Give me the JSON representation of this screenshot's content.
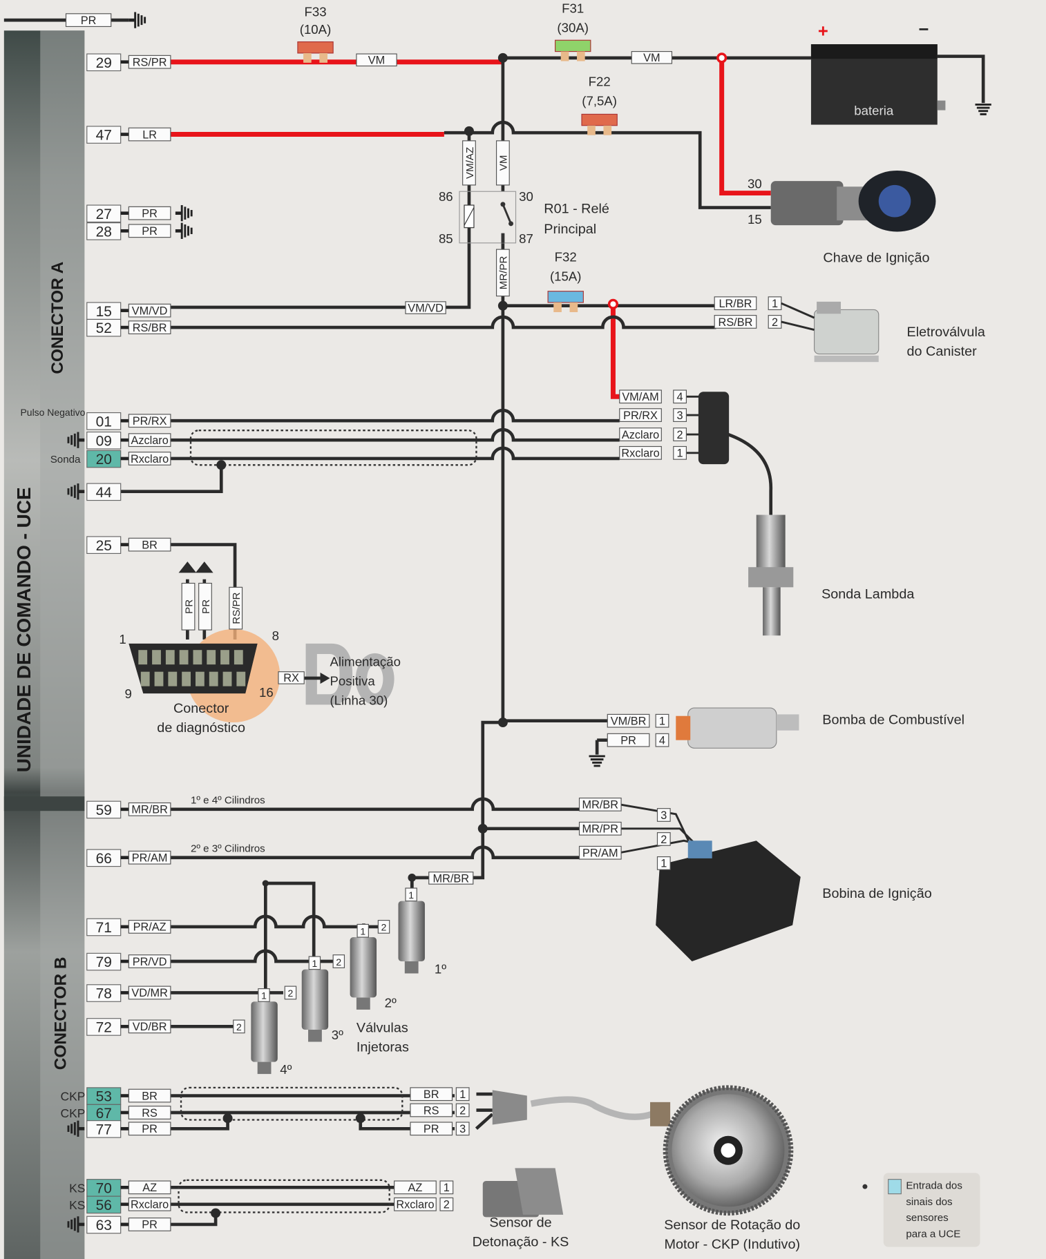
{
  "colors": {
    "wire": "#2b2b2b",
    "power": "#e8141a",
    "sensor_input": "#5fb8a8",
    "fuse_red": "#e06a4c",
    "fuse_green": "#8fd36a",
    "fuse_blue": "#6ab8e0"
  },
  "top_ground": {
    "wire": "PR"
  },
  "uce": {
    "title": "UNIDADE DE COMANDO - UCE",
    "connector_a": "CONECTOR A",
    "connector_b": "CONECTOR B"
  },
  "pins": [
    {
      "pin": "29",
      "wire": "RS/PR"
    },
    {
      "pin": "47",
      "wire": "LR"
    },
    {
      "pin": "27",
      "wire": "PR"
    },
    {
      "pin": "28",
      "wire": "PR"
    },
    {
      "pin": "15",
      "wire": "VM/VD"
    },
    {
      "pin": "52",
      "wire": "RS/BR"
    },
    {
      "pin": "01",
      "wire": "PR/RX"
    },
    {
      "pin": "09",
      "wire": "Azclaro"
    },
    {
      "pin": "20",
      "wire": "Rxclaro",
      "sensor_input": true
    },
    {
      "pin": "44",
      "wire": ""
    },
    {
      "pin": "25",
      "wire": "BR"
    },
    {
      "pin": "59",
      "wire": "MR/BR"
    },
    {
      "pin": "66",
      "wire": "PR/AM"
    },
    {
      "pin": "71",
      "wire": "PR/AZ"
    },
    {
      "pin": "79",
      "wire": "PR/VD"
    },
    {
      "pin": "78",
      "wire": "VD/MR"
    },
    {
      "pin": "72",
      "wire": "VD/BR"
    },
    {
      "pin": "53",
      "wire": "BR",
      "sensor_input": true
    },
    {
      "pin": "67",
      "wire": "RS",
      "sensor_input": true
    },
    {
      "pin": "77",
      "wire": "PR"
    },
    {
      "pin": "70",
      "wire": "AZ",
      "sensor_input": true
    },
    {
      "pin": "56",
      "wire": "Rxclaro",
      "sensor_input": true
    },
    {
      "pin": "63",
      "wire": "PR"
    }
  ],
  "side_labels": {
    "pulse": "Pulso Negativo",
    "probe": "Sonda",
    "ckp1": "CKP",
    "ckp2": "CKP",
    "ks1": "KS",
    "ks2": "KS"
  },
  "fuses": {
    "f33": {
      "name": "F33",
      "rating": "(10A)"
    },
    "f31": {
      "name": "F31",
      "rating": "(30A)"
    },
    "f22": {
      "name": "F22",
      "rating": "(7,5A)"
    },
    "f32": {
      "name": "F32",
      "rating": "(15A)"
    }
  },
  "wires": {
    "vm1": "VM",
    "vm2": "VM",
    "vm_az": "VM/AZ",
    "vm_relay": "VM",
    "mr_pr": "MR/PR",
    "vm_vd": "VM/VD",
    "mr_br_inj": "MR/BR"
  },
  "battery": {
    "label": "bateria",
    "plus": "+",
    "minus": "−"
  },
  "relay": {
    "name": "R01 - Relé",
    "name2": "Principal",
    "t86": "86",
    "t30": "30",
    "t85": "85",
    "t87": "87"
  },
  "ignition": {
    "label": "Chave de Ignição",
    "t30": "30",
    "t15": "15"
  },
  "canister": {
    "label1": "Eletroválvula",
    "label2": "do Canister",
    "pins": [
      {
        "wire": "LR/BR",
        "n": "1"
      },
      {
        "wire": "RS/BR",
        "n": "2"
      }
    ]
  },
  "lambda": {
    "label": "Sonda Lambda",
    "pins": [
      {
        "wire": "VM/AM",
        "n": "4"
      },
      {
        "wire": "PR/RX",
        "n": "3"
      },
      {
        "wire": "Azclaro",
        "n": "2"
      },
      {
        "wire": "Rxclaro",
        "n": "1"
      }
    ]
  },
  "diag": {
    "label1": "Conector",
    "label2": "de diagnóstico",
    "p1": "1",
    "p8": "8",
    "p9": "9",
    "p16": "16",
    "w1": "PR",
    "w2": "PR",
    "w3": "RS/PR",
    "rx": "RX",
    "feed1": "Alimentação",
    "feed2": "Positiva",
    "feed3": "(Linha 30)"
  },
  "pump": {
    "label": "Bomba de Combustível",
    "pins": [
      {
        "wire": "VM/BR",
        "n": "1"
      },
      {
        "wire": "PR",
        "n": "4"
      }
    ]
  },
  "coil": {
    "label": "Bobina de Ignição",
    "cyl14": "1º e 4º Cilindros",
    "cyl23": "2º e 3º Cilindros",
    "pins": [
      {
        "wire": "MR/BR",
        "n": "3"
      },
      {
        "wire": "MR/PR",
        "n": "2"
      },
      {
        "wire": "PR/AM",
        "n": "1"
      }
    ]
  },
  "injectors": {
    "label1": "Válvulas",
    "label2": "Injetoras",
    "names": [
      "1º",
      "2º",
      "3º",
      "4º"
    ],
    "pin1": "1",
    "pin2": "2"
  },
  "ckp": {
    "label1": "Sensor de Rotação do",
    "label2": "Motor - CKP (Indutivo)",
    "pins": [
      {
        "wire": "BR",
        "n": "1"
      },
      {
        "wire": "RS",
        "n": "2"
      },
      {
        "wire": "PR",
        "n": "3"
      }
    ]
  },
  "ks": {
    "label1": "Sensor de",
    "label2": "Detonação - KS",
    "pins": [
      {
        "wire": "AZ",
        "n": "1"
      },
      {
        "wire": "Rxclaro",
        "n": "2"
      }
    ]
  },
  "legend": {
    "lines": [
      "Entrada dos",
      "sinais dos",
      "sensores",
      "para a UCE"
    ]
  }
}
